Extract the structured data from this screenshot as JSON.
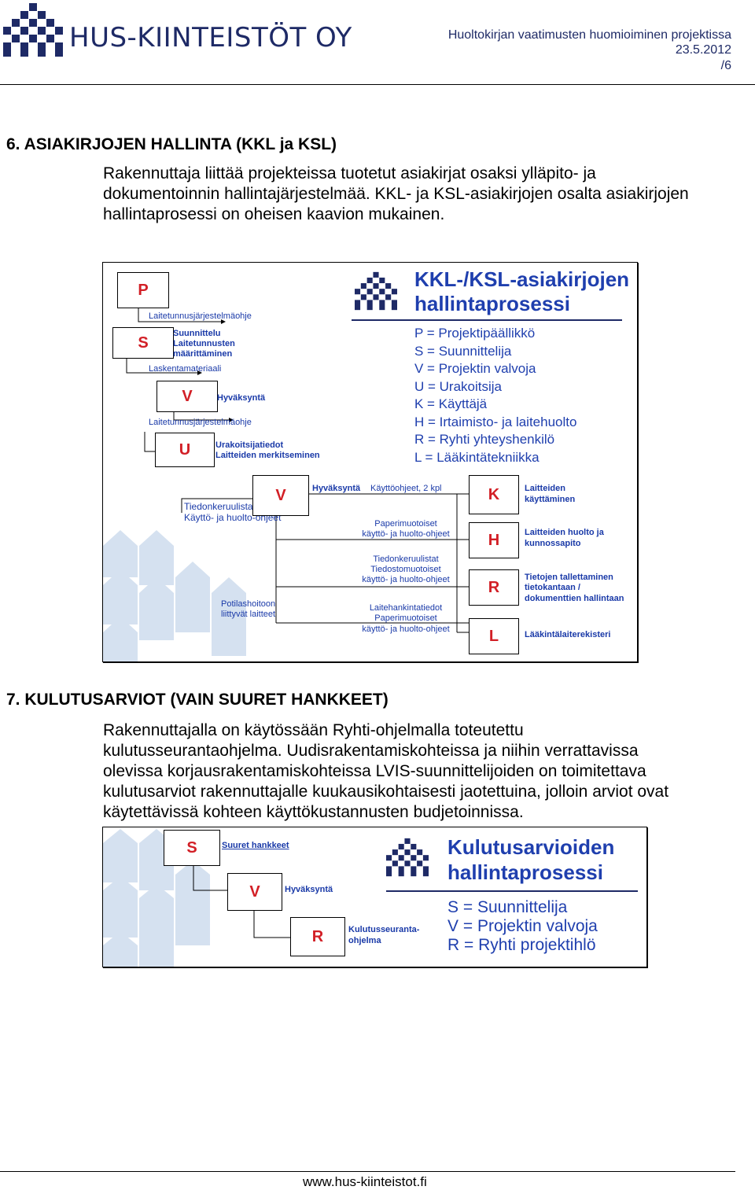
{
  "header": {
    "company": "HUS-KIINTEISTÖT OY",
    "project_title": "Huoltokirjan vaatimusten huomioiminen projektissa",
    "date": "23.5.2012",
    "page": "/6"
  },
  "section6": {
    "heading": "6.  ASIAKIRJOJEN HALLINTA (KKL ja KSL)",
    "paragraph_lines": [
      "Rakennuttaja liittää projekteissa tuotetut asiakirjat osaksi ylläpito- ja",
      "dokumentoinnin hallintajärjestelmää. KKL- ja KSL-asiakirjojen osalta asiakirjojen",
      "hallintaprosessi on oheisen kaavion mukainen."
    ]
  },
  "diagram1": {
    "title_lines": [
      "KKL-/KSL-asiakirjojen",
      "hallintaprosessi"
    ],
    "legend": [
      "P = Projektipäällikkö",
      "S = Suunnittelija",
      "V = Projektin valvoja",
      "U = Urakoitsija",
      "K = Käyttäjä",
      "H = Irtaimisto- ja laitehuolto",
      "R = Ryhti yhteyshenkilö",
      "L = Lääkintätekniikka"
    ],
    "nodes": {
      "p": "P",
      "s": "S",
      "v": "V",
      "u": "U",
      "v2": "V",
      "k": "K",
      "h": "H",
      "r": "R",
      "l": "L"
    },
    "labels": {
      "laitetunnus1": "Laitetunnusjärjestelmäohje",
      "suunnittelu": [
        "Suunnittelu",
        "Laitetunnusten",
        "määrittäminen"
      ],
      "laskenta": "Laskentamateriaali",
      "hyvaksynta1": "Hyväksyntä",
      "laitetunnus2": "Laitetunnusjärjestelmäohje",
      "urakoitsija": [
        "Urakoitsijatiedot",
        "Laitteiden merkitseminen"
      ],
      "tiedonkeruu": [
        "Tiedonkeruulistat",
        "Käyttö- ja huolto-ohjeet"
      ],
      "potilas": [
        "Potilashoitoon",
        "liittyvät laitteet"
      ],
      "hyvaksynta2": "Hyväksyntä",
      "kayttoohjeet": "Käyttöohjeet, 2 kpl",
      "paperi1": [
        "Paperimuotoiset",
        "käyttö- ja huolto-ohjeet"
      ],
      "tiedonkeruu2": [
        "Tiedonkeruulistat",
        "Tiedostomuotoiset",
        "käyttö- ja huolto-ohjeet"
      ],
      "laitehankinta": [
        "Laitehankintatiedot",
        "Paperimuotoiset",
        "käyttö- ja huolto-ohjeet"
      ],
      "k_desc": [
        "Laitteiden",
        "käyttäminen"
      ],
      "h_desc": [
        "Laitteiden huolto ja",
        "kunnossapito"
      ],
      "r_desc": [
        "Tietojen tallettaminen",
        "tietokantaan /",
        "dokumenttien hallintaan"
      ],
      "l_desc": "Lääkintälaiterekisteri"
    }
  },
  "section7": {
    "heading": "7.  KULUTUSARVIOT (VAIN SUURET HANKKEET)",
    "paragraph_lines": [
      "Rakennuttajalla on käytössään Ryhti-ohjelmalla toteutettu",
      "kulutusseurantaohjelma. Uudisrakentamiskohteissa ja niihin verrattavissa",
      "olevissa korjausrakentamiskohteissa LVIS-suunnittelijoiden on toimitettava",
      "kulutusarviot rakennuttajalle kuukausikohtaisesti jaotettuina, jolloin arviot ovat",
      "käytettävissä kohteen käyttökustannusten budjetoinnissa."
    ]
  },
  "diagram2": {
    "title_lines": [
      "Kulutusarvioiden",
      "hallintaprosessi"
    ],
    "legend": [
      "S = Suunnittelija",
      "V = Projektin valvoja",
      "R = Ryhti projektihlö"
    ],
    "nodes": {
      "s": "S",
      "v": "V",
      "r": "R"
    },
    "labels": {
      "suuret": "Suuret hankkeet",
      "hyvaksynta": "Hyväksyntä",
      "kulutus": [
        "Kulutusseuranta-",
        "ohjelma"
      ]
    }
  },
  "footer": {
    "url": "www.hus-kiinteistot.fi"
  },
  "colors": {
    "accent_red": "#d21f26",
    "text_blue": "#1f3fae",
    "house_blue": "#d5e1f0",
    "logo_navy": "#1e2a66"
  }
}
